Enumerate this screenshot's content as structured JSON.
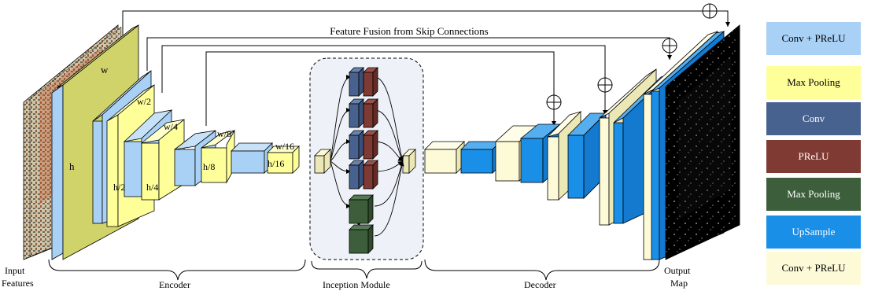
{
  "diagram": {
    "skip_title": "Feature Fusion from Skip Connections",
    "encoder_label": "Encoder",
    "inception_label": "Inception Module",
    "decoder_label": "Decoder",
    "input_label_1": "Input",
    "input_label_2": "Features",
    "output_label_1": "Output",
    "output_label_2": "Map",
    "dims": {
      "w": "w",
      "h": "h",
      "w2": "w/2",
      "h2": "h/2",
      "w4": "w/4",
      "h4": "h/4",
      "w8": "w/8",
      "h8": "h/8",
      "w16": "w/16",
      "h16": "h/16"
    }
  },
  "legend": [
    {
      "label": "Conv + PReLU",
      "color": "#a9d1f5",
      "text_color": "#000000"
    },
    {
      "label": "Max Pooling",
      "color": "#ffff99",
      "text_color": "#000000"
    },
    {
      "label": "Conv",
      "color": "#48628f",
      "text_color": "#ffffff"
    },
    {
      "label": "PReLU",
      "color": "#7f3a33",
      "text_color": "#ffffff"
    },
    {
      "label": "Max Pooling",
      "color": "#3c5e3a",
      "text_color": "#ffffff"
    },
    {
      "label": "UpSample",
      "color": "#1a8fe8",
      "text_color": "#ffffff"
    },
    {
      "label": "Conv + PReLU",
      "color": "#fdfbd7",
      "text_color": "#000000"
    }
  ],
  "colors": {
    "conv_prelu": "#a9d1f5",
    "max_pooling": "#ffff99",
    "upsample": "#1a8fe8",
    "conv_prelu_light": "#fdfbd7",
    "encoder_big": "#cfd36a",
    "conv": "#48628f",
    "prelu": "#7f3a33",
    "maxpool_dark": "#3c5e3a"
  }
}
